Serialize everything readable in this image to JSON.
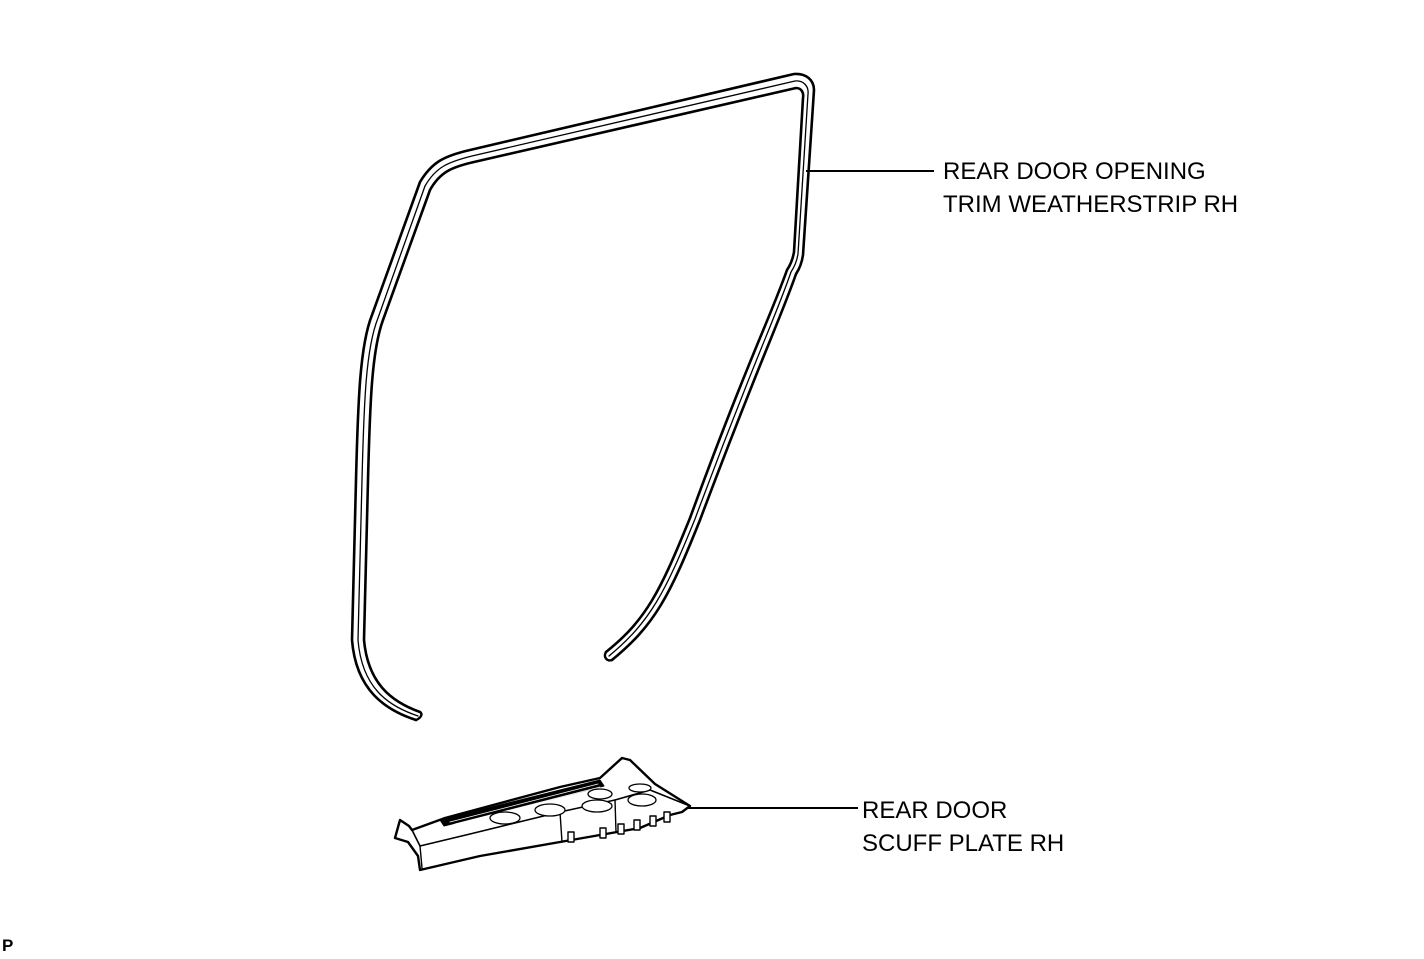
{
  "callouts": {
    "weatherstrip": {
      "line1": "REAR DOOR OPENING",
      "line2": "TRIM WEATHERSTRIP RH"
    },
    "scuff_plate": {
      "line1": "REAR DOOR",
      "line2": "SCUFF PLATE RH"
    }
  },
  "page_mark": "P",
  "colors": {
    "ink": "#000000",
    "background": "#ffffff"
  }
}
